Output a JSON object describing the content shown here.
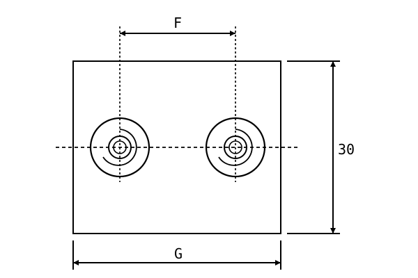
{
  "dimensions": {
    "top_label": "F",
    "bottom_label": "G",
    "right_label": "30"
  },
  "colors": {
    "ink": "#000000",
    "paper": "#ffffff"
  }
}
